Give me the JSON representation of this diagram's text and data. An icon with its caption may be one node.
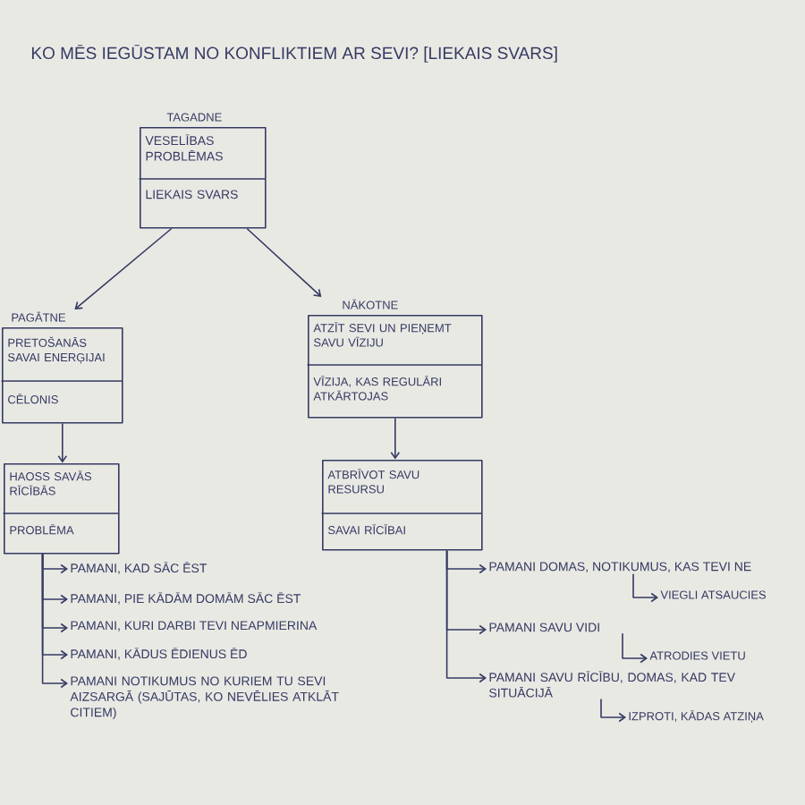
{
  "diagram": {
    "title": "KO MĒS IEGŪSTAM NO KONFLIKTIEM AR SEVI? [LIEKAIS SVARS]",
    "nodes": [
      {
        "text": [
          "TAGADNE",
          "VESELĪBAS PROBLĒMAS",
          "LIEKAIS SVARS"
        ]
      },
      {
        "text": [
          "PAGĀTNE",
          "PRETOŠANĀS SAVAI ENERĢIJAI",
          "CĒLONIS"
        ]
      },
      {
        "text": [
          "NĀKOTNE",
          "ATZĪT SEVI UN PIEŅEMT SAVU VĪZIJU",
          "VĪZIJA, KAS REGULĀRI ATKĀRTOJAS"
        ]
      },
      {
        "text": [
          "HAOSS SAVĀS RĪCĪBĀS",
          "PROBLĒMA"
        ]
      },
      {
        "text": [
          "ATBRĪVOT SAVU RESURSU",
          "SAVAI RĪCĪBAI"
        ]
      },
      {
        "text": [
          "PAMANI, KAD SĀC ĒST"
        ]
      },
      {
        "text": [
          "PAMANI, PIE KĀDĀM DOMĀM SĀC ĒST"
        ]
      },
      {
        "text": [
          "PAMANI, KURI DARBI TEVI NEAPMIERINA"
        ]
      },
      {
        "text": [
          "PAMANI, KĀDUS ĒDIENUS ĒD"
        ]
      },
      {
        "text": [
          "PAMANI NOTIKUMUS NO KURIEM TU SEVI AIZSARGĀ (SAJŪTAS, KO NEVĒLIES ATKLĀT CITIEM)"
        ]
      },
      {
        "text": [
          "PAMANI DOMAS, NOTIKUMUS, KAS TEVI NE"
        ]
      },
      {
        "text": [
          "VIEGLI ATSAUCIES"
        ]
      },
      {
        "text": [
          "PAMANI SAVU VIDI"
        ]
      },
      {
        "text": [
          "ATRODIES VIETU"
        ]
      },
      {
        "text": [
          "PAMANI SAVU RĪCĪBU, DOMAS, KAD TEV SITUĀCIJĀ"
        ]
      },
      {
        "text": [
          "IZPROTI, KĀDAS ATZIŅA"
        ]
      }
    ],
    "edges": [
      {
        "from": 0,
        "to": 1,
        "arrow": "to"
      },
      {
        "from": 0,
        "to": 2,
        "arrow": "to"
      },
      {
        "from": 1,
        "to": 3,
        "arrow": "to"
      },
      {
        "from": 2,
        "to": 4,
        "arrow": "to"
      },
      {
        "from": 3,
        "to": 5,
        "arrow": "to"
      },
      {
        "from": 3,
        "to": 6,
        "arrow": "to"
      },
      {
        "from": 3,
        "to": 7,
        "arrow": "to"
      },
      {
        "from": 3,
        "to": 8,
        "arrow": "to"
      },
      {
        "from": 3,
        "to": 9,
        "arrow": "to"
      },
      {
        "from": 4,
        "to": 10,
        "arrow": "to"
      },
      {
        "from": 10,
        "to": 11,
        "arrow": "to"
      },
      {
        "from": 4,
        "to": 12,
        "arrow": "to"
      },
      {
        "from": 12,
        "to": 13,
        "arrow": "to"
      },
      {
        "from": 4,
        "to": 14,
        "arrow": "to"
      },
      {
        "from": 14,
        "to": 15,
        "arrow": "to"
      }
    ]
  }
}
